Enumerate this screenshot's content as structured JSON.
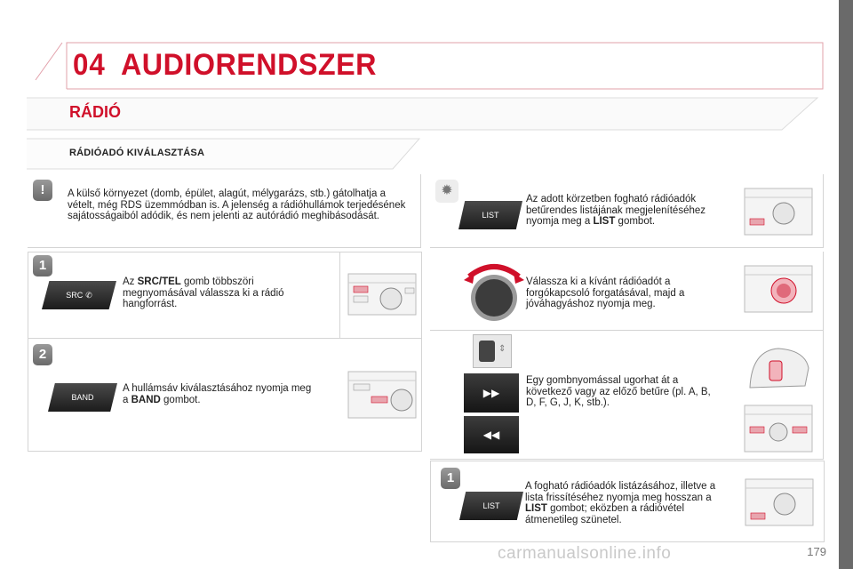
{
  "header": {
    "chapter_number": "04",
    "chapter_title": "AUDIORENDSZER"
  },
  "section": {
    "title": "RÁDIÓ",
    "subtitle": "RÁDIÓADÓ KIVÁLASZTÁSA"
  },
  "warning": {
    "badge": "!",
    "text": "A külső környezet (domb, épület, alagút, mélygarázs, stb.) gátolhatja a vételt, még RDS üzemmódban is. A jelenség a rádióhullámok terjedésének sajátosságaiból adódik, és nem jelenti az autórádió meghibásodását."
  },
  "step1": {
    "badge": "1",
    "button_label": "SRC",
    "text_before": "Az ",
    "text_bold": "SRC/TEL",
    "text_after": " gomb többszöri megnyomásával válassza ki a rádió hangforrást."
  },
  "step2": {
    "badge": "2",
    "button_label": "BAND",
    "text_before": "A hullámsáv kiválasztásához nyomja meg a ",
    "text_bold": "BAND",
    "text_after": " gombot."
  },
  "tip": {
    "button_label": "LIST",
    "text_before": "Az adott körzetben fogható rádióadók betűrendes listájának megjelenítéséhez nyomja meg a ",
    "text_bold": "LIST",
    "text_after": " gombot."
  },
  "rotary": {
    "text": "Válassza ki a kívánt rádióadót a forgókapcsoló forgatásával, majd a jóváhagyáshoz nyomja meg."
  },
  "skip": {
    "text": "Egy gombnyomással ugorhat át a következő vagy az előző betűre (pl. A, B, D, F, G, J, K, stb.)."
  },
  "step_list": {
    "badge": "1",
    "button_label": "LIST",
    "text_before": "A fogható rádióadók listázásához, illetve a lista frissítéséhez nyomja meg hosszan a ",
    "text_bold": "LIST",
    "text_after": " gombot; eközben a rádióvétel átmenetileg szünetel."
  },
  "footer": {
    "page_number": "179",
    "watermark": "carmanualsonline.info"
  },
  "colors": {
    "accent": "#d0102a",
    "strip": "#6a6a6a",
    "border": "#d4d4d4"
  }
}
